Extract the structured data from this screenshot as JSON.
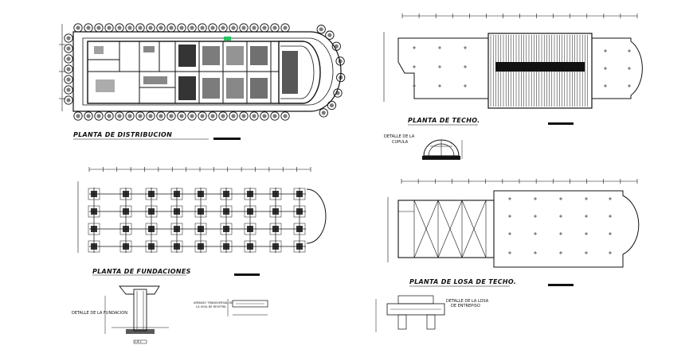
{
  "titles": {
    "distribucion": "PLANTA DE DISTRIBUCION",
    "techo": "PLANTA DE TECHO.",
    "fundaciones": "PLANTA DE FUNDACIONES",
    "losa_techo": "PLANTA DE LOSA DE TECHO."
  },
  "notes": {
    "detalle_cupula_line1": "DETALLE DE LA",
    "detalle_cupula_line2": "CUPULA",
    "detalle_fundacion": "DETALLE DE LA FUNDACION",
    "detalle_losa_line1": "DETALLE DE LA LOSA",
    "detalle_losa_line2": "DE ENTREPISO",
    "detalle_viga_line1": "ARMADO TRANSVERSAL DE",
    "detalle_viga_line2": "LA VIGA DE RIOSTRA",
    "fundacion_small_label": "L.B.L"
  },
  "colors": {
    "ink": "#111111",
    "accent_marker": "#22c55e"
  }
}
